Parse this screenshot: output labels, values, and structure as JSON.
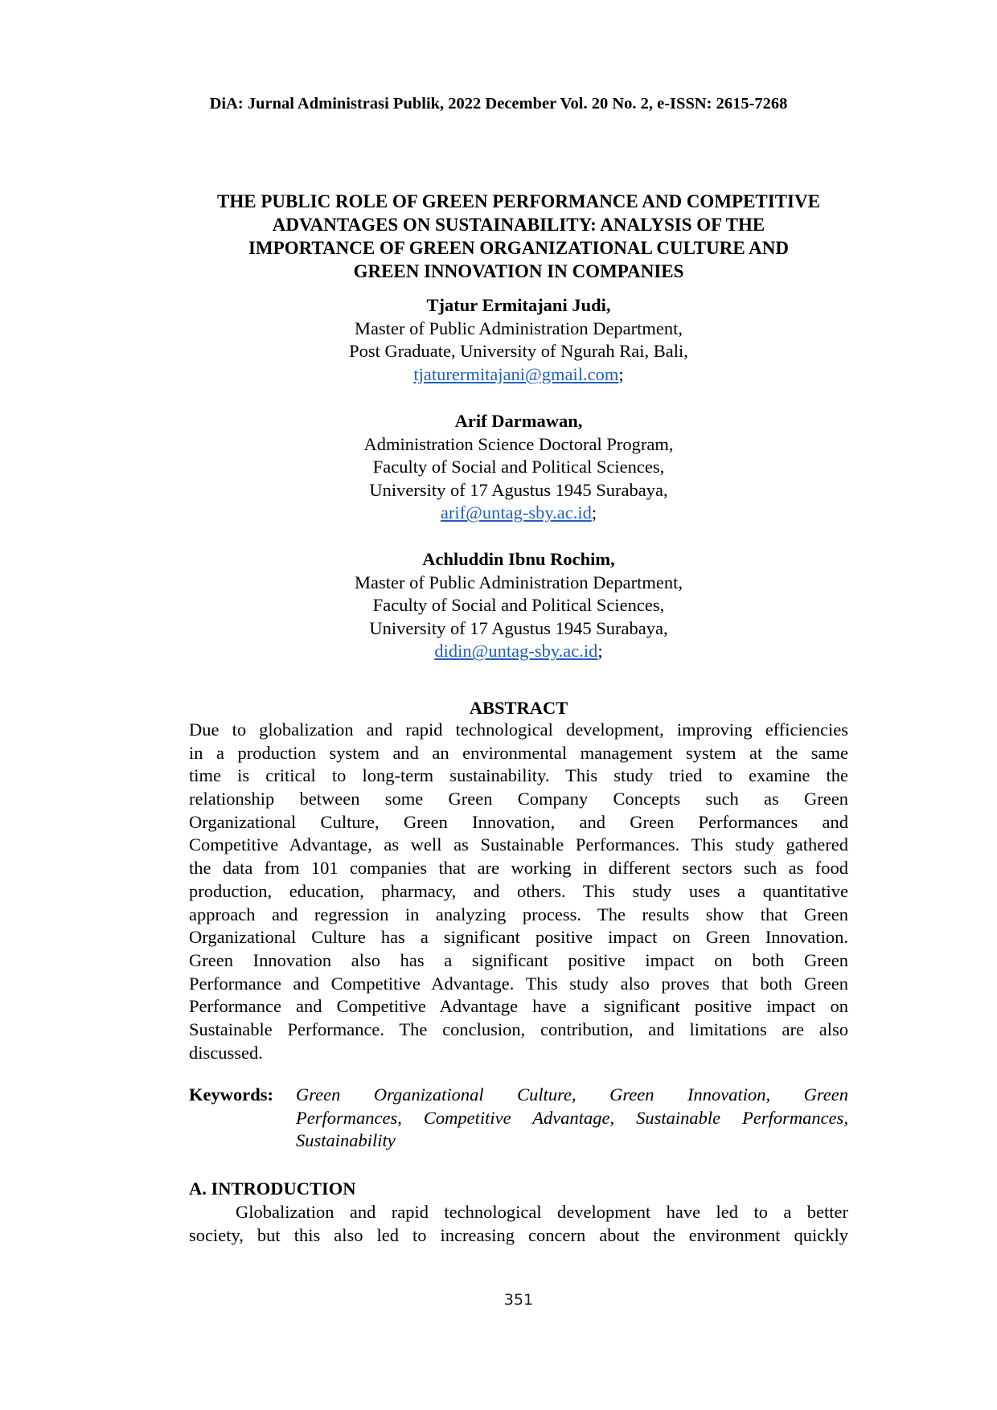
{
  "header": {
    "journal_line": "DiA: Jurnal Administrasi Publik, 2022 December Vol. 20 No. 2, e-ISSN: 2615-7268"
  },
  "title": {
    "lines": [
      "THE PUBLIC ROLE OF GREEN PERFORMANCE AND COMPETITIVE",
      "ADVANTAGES ON SUSTAINABILITY: ANALYSIS OF THE",
      "IMPORTANCE OF GREEN ORGANIZATIONAL CULTURE AND",
      "GREEN INNOVATION IN COMPANIES"
    ]
  },
  "authors": [
    {
      "name": "Tjatur Ermitajani Judi,",
      "affiliation": [
        "Master of Public Administration Department,",
        "Post Graduate, University of Ngurah Rai, Bali,"
      ],
      "email": "tjaturermitajani@gmail.com",
      "email_suffix": ";"
    },
    {
      "name": "Arif Darmawan,",
      "affiliation": [
        "Administration Science Doctoral Program,",
        "Faculty of Social and Political Sciences,",
        "University of 17 Agustus 1945 Surabaya,"
      ],
      "email": "arif@untag-sby.ac.id",
      "email_suffix": ";"
    },
    {
      "name": "Achluddin Ibnu Rochim,",
      "affiliation": [
        "Master of Public Administration Department,",
        "Faculty of Social and Political Sciences,",
        "University of 17 Agustus 1945 Surabaya,"
      ],
      "email": "didin@untag-sby.ac.id",
      "email_suffix": ";"
    }
  ],
  "abstract": {
    "heading": "ABSTRACT",
    "lines": [
      "Due to globalization and rapid technological development, improving efficiencies",
      "in a production system and an environmental management system at the same",
      "time is critical to long-term sustainability. This study tried to examine the",
      "relationship between some Green Company Concepts such as Green",
      "Organizational Culture, Green Innovation, and Green Performances and",
      "Competitive Advantage, as well as Sustainable Performances. This study gathered",
      "the data from 101 companies that are working in different sectors such as food",
      "production, education, pharmacy, and others. This study uses a quantitative",
      "approach and regression in analyzing process. The results show that Green",
      "Organizational Culture has a significant positive impact on Green Innovation.",
      "Green Innovation also has a significant positive impact on both Green",
      "Performance and Competitive Advantage. This study also proves that both Green",
      "Performance and Competitive Advantage have a significant positive impact on",
      "Sustainable Performance. The conclusion, contribution, and limitations are also",
      "discussed."
    ]
  },
  "keywords": {
    "label": "Keywords:",
    "lines": [
      "Green Organizational Culture, Green Innovation, Green",
      "Performances, Competitive Advantage, Sustainable Performances,",
      "Sustainability"
    ]
  },
  "introduction": {
    "heading": "A. INTRODUCTION",
    "lines": [
      "Globalization and rapid technological development have led to a better",
      "society, but this also led to increasing concern about the environment quickly"
    ]
  },
  "footer": {
    "page_number": "351"
  }
}
